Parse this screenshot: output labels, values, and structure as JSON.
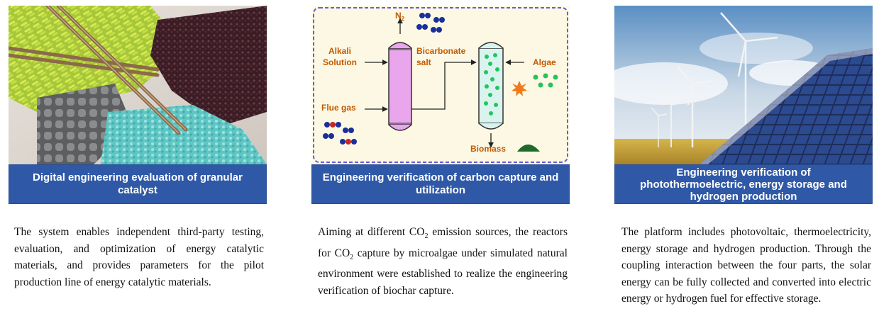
{
  "cards": [
    {
      "title": "Digital engineering evaluation of granular catalyst",
      "description": "The system enables independent third-party testing, evaluation, and optimization of energy catalytic materials, and provides parameters for the pilot production line of energy catalytic materials."
    },
    {
      "title": "Engineering verification of carbon capture and utilization",
      "description_parts": [
        "Aiming at different CO",
        "2",
        " emission sources, the reactors for CO",
        "2",
        " capture by microalgae under simulated natural environment were established to realize the engineering verification of biochar capture."
      ],
      "diagram": {
        "n2": "N",
        "n2_sub": "2",
        "alkali_1": "Alkali",
        "alkali_2": "Solution",
        "bicarb_1": "Bicarbonate",
        "bicarb_2": "salt",
        "algae": "Algae",
        "flue_gas": "Flue gas",
        "biomass": "Biomass"
      }
    },
    {
      "title": "Engineering verification of photothermoelectric, energy storage and hydrogen production",
      "description": "The platform includes photovoltaic, thermoelectricity, energy storage and hydrogen production. Through the coupling interaction between the four parts, the solar energy can be fully collected and converted into electric energy or hydrogen fuel for effective storage."
    }
  ],
  "colors": {
    "title_bar": "#2f59a7",
    "diagram_label": "#c05a00",
    "algae_dot": "#22c55e"
  }
}
